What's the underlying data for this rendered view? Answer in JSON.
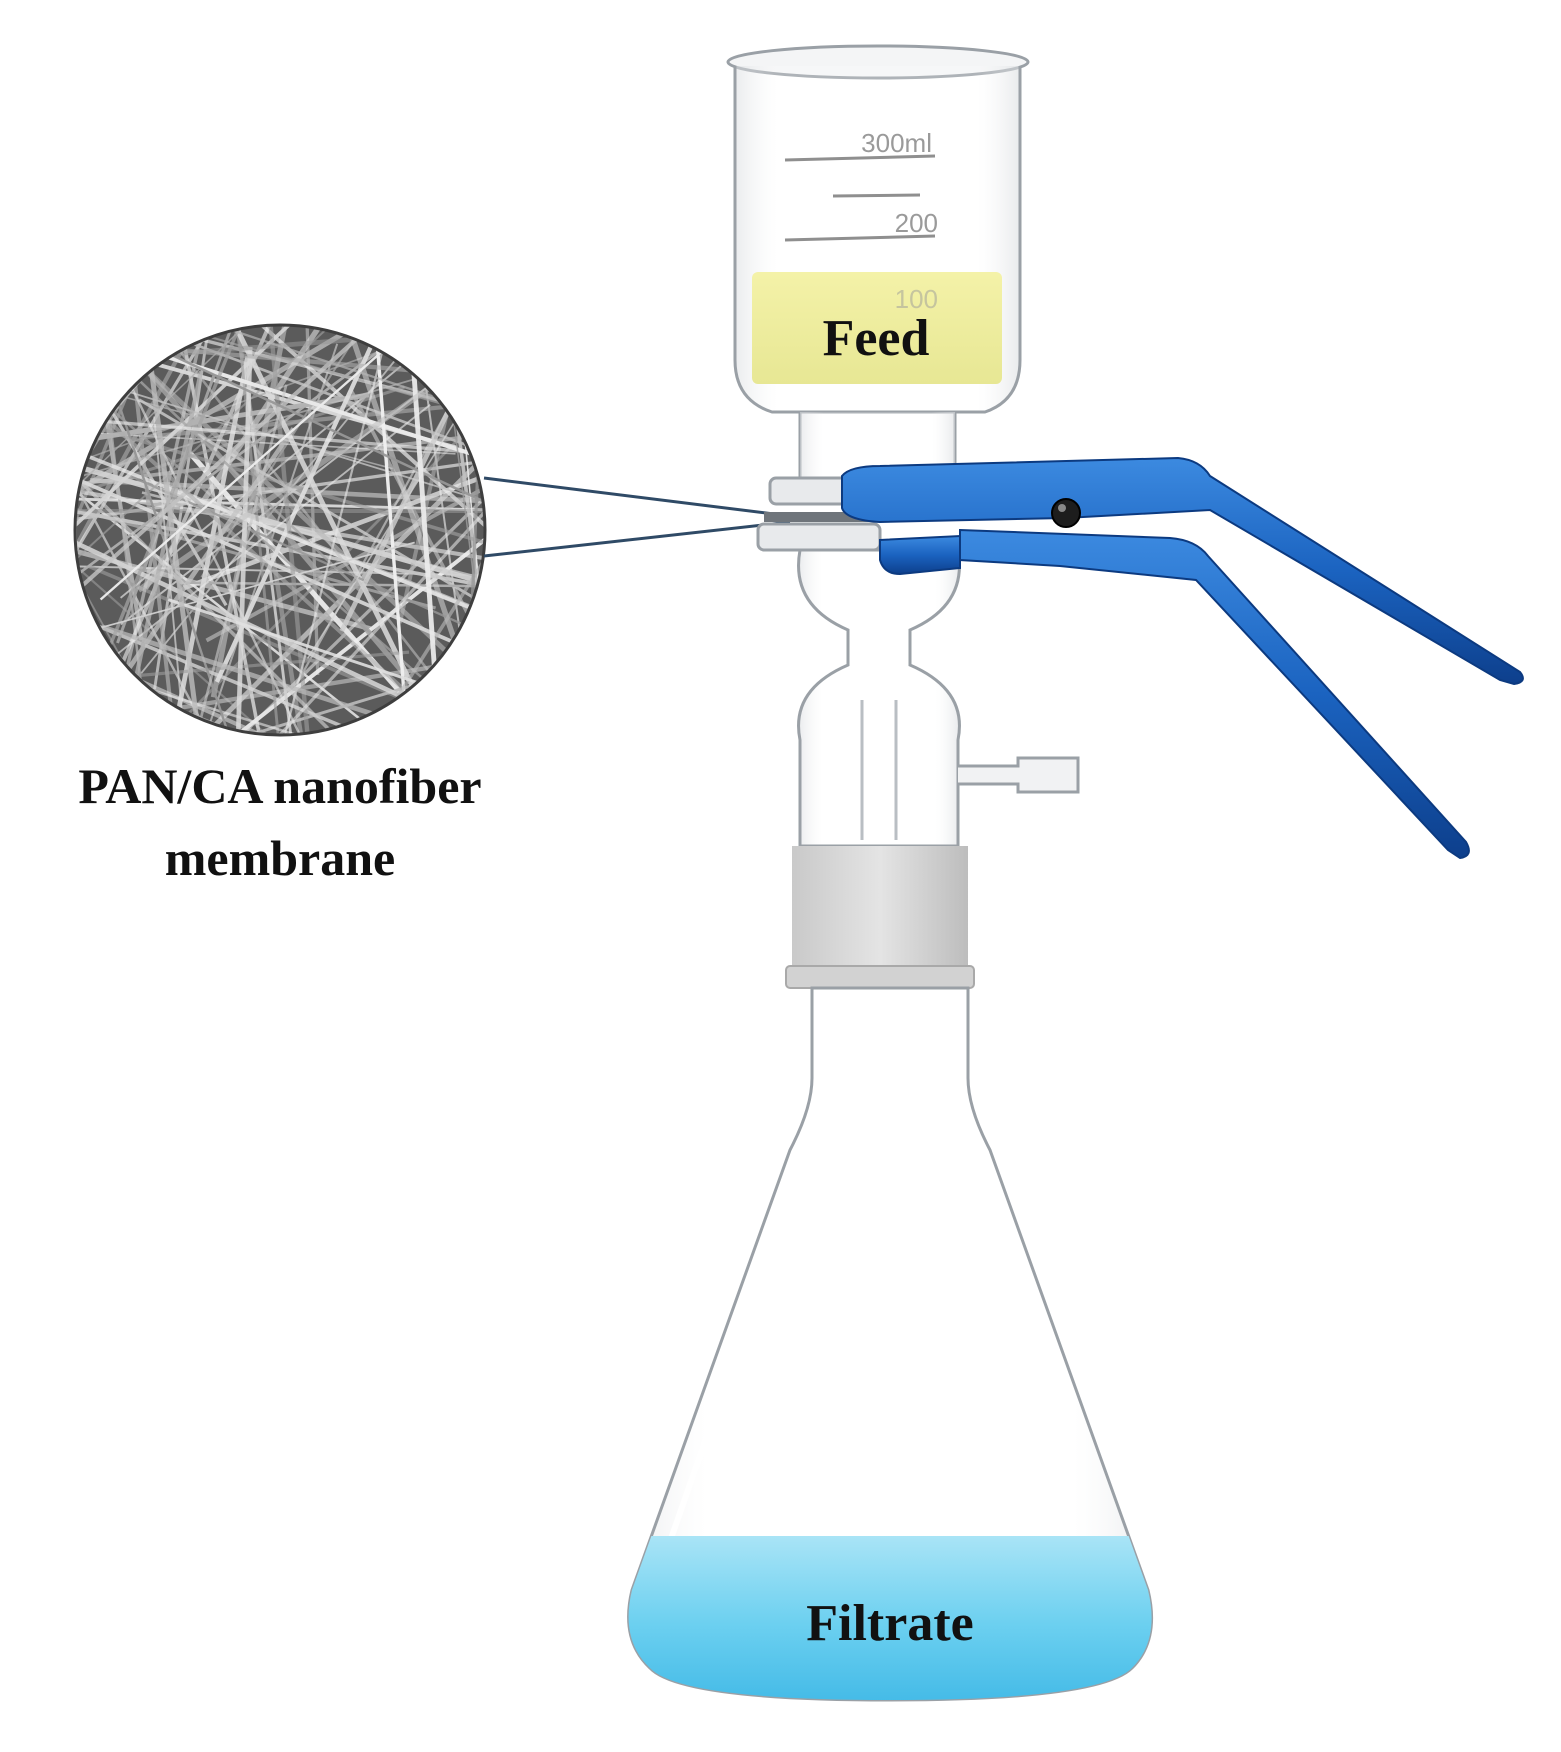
{
  "labels": {
    "feed": "Feed",
    "filtrate": "Filtrate",
    "membrane_line1": "PAN/CA nanofiber",
    "membrane_line2": "membrane"
  },
  "graduations": {
    "mark_300": "300ml",
    "mark_200": "200",
    "mark_100": "100"
  },
  "colors": {
    "feed_liquid": "#ecec9c",
    "filtrate_liquid": "#5cc8ec",
    "clamp": "#1b63c0",
    "glass_outline": "#9aa0a6",
    "leader_line": "#2f4a66",
    "sem_background": "#5b5b5b"
  }
}
